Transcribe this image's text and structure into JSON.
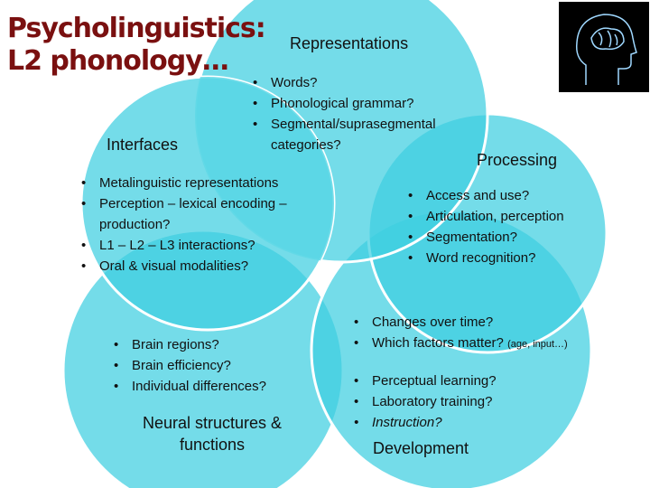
{
  "title": {
    "line1": "Psycholinguistics:",
    "line2": "L2 phonology…"
  },
  "colors": {
    "circle_fill": "#3fcfe0",
    "overlap_fill": "#5fd8e6",
    "circle_stroke": "#ffffff",
    "title_color": "#7a1010",
    "image_background": "#000000",
    "brain_color": "#9fd8ff"
  },
  "brain_image": {
    "icon": "glowing-brain-head-icon"
  },
  "representations": {
    "heading": "Representations",
    "items": [
      "Words?",
      "Phonological grammar?",
      "Segmental/suprasegmental categories?"
    ]
  },
  "interfaces": {
    "heading": "Interfaces",
    "items": [
      "Metalinguistic representations",
      "Perception – lexical encoding – production?",
      "L1 – L2 – L3 interactions?",
      "Oral & visual modalities?"
    ]
  },
  "processing": {
    "heading": "Processing",
    "items": [
      "Access and use?",
      "Articulation, perception",
      "Segmentation?",
      "Word recognition?"
    ]
  },
  "neural": {
    "heading": "Neural structures & functions",
    "items": [
      "Brain regions?",
      "Brain efficiency?",
      "Individual differences?"
    ]
  },
  "development": {
    "heading": "Development",
    "items": [
      "Changes over time?",
      "Which factors matter?",
      "Perceptual learning?",
      "Laboratory training?",
      "Instruction?"
    ],
    "factors_note": "(age, input…)"
  }
}
